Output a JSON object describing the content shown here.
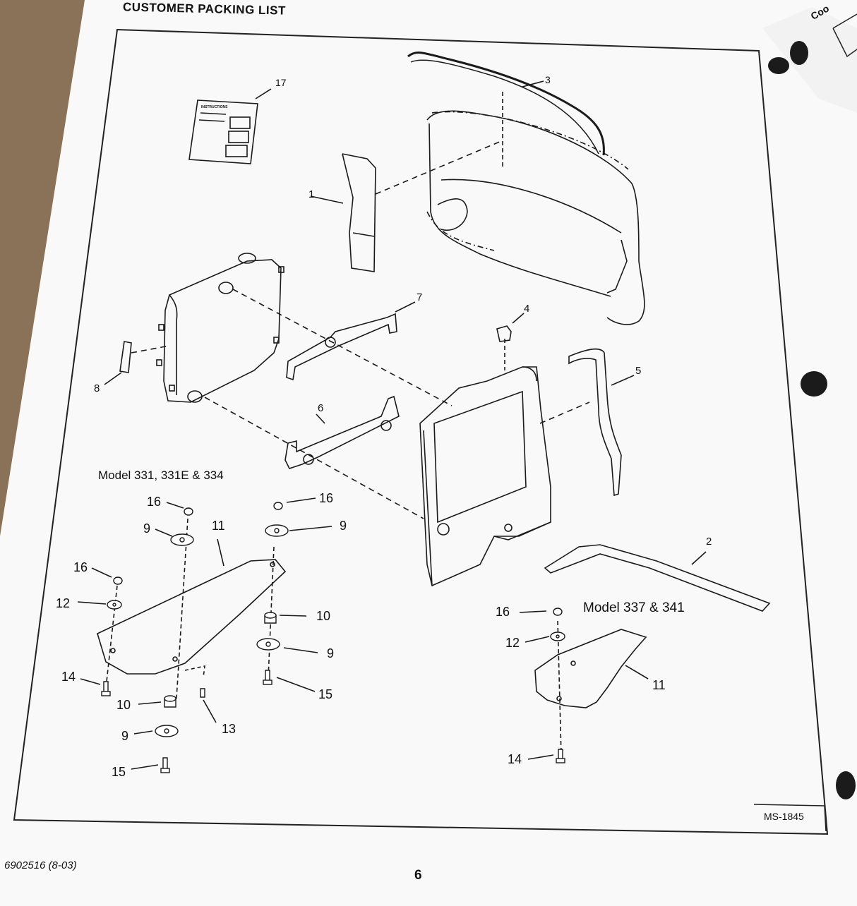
{
  "title": "CUSTOMER PACKING LIST",
  "instructions_label": "INSTRUCTIONS",
  "corner_fragment": "Coo",
  "callouts": {
    "c17": "17",
    "c3": "3",
    "c1": "1",
    "c7": "7",
    "c4": "4",
    "c8": "8",
    "c5": "5",
    "c6": "6",
    "c16a": "16",
    "c16b": "16",
    "c16c": "16",
    "c16d": "16",
    "c9a": "9",
    "c9b": "9",
    "c9c": "9",
    "c9d": "9",
    "c11a": "11",
    "c11b": "11",
    "c2": "2",
    "c12a": "12",
    "c12b": "12",
    "c10a": "10",
    "c10b": "10",
    "c14a": "14",
    "c14b": "14",
    "c15a": "15",
    "c15b": "15",
    "c13": "13"
  },
  "model_left": "Model 331, 331E & 334",
  "model_right": "Model 337 & 341",
  "drawing_code": "MS-1845",
  "footer_part_number": "6902516 (8-03)",
  "page_number": "6"
}
